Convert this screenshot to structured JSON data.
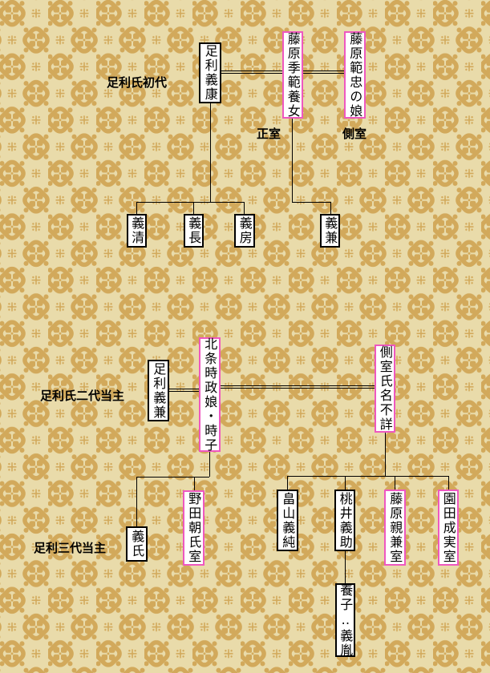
{
  "colors": {
    "pattern_cream": "#e9dbaa",
    "pattern_gold": "#d2a95b",
    "box_background": "#ffffff",
    "male_box_border": "#000000",
    "female_box_border": "#ee58c0",
    "line": "#000000",
    "text": "#000000"
  },
  "gen1": {
    "label": "足利氏初代",
    "husband": "足利義康",
    "wife_primary": "藤原季範養女",
    "wife_primary_role": "正室",
    "wife_secondary": "藤原範忠の娘",
    "wife_secondary_role": "側室",
    "child1": "義清",
    "child2": "義長",
    "child3": "義房",
    "child4": "義兼"
  },
  "gen2": {
    "label": "足利氏二代当主",
    "husband": "足利義兼",
    "wife_primary": "北条時政娘・時子",
    "wife_secondary": "側室氏名不詳"
  },
  "gen3": {
    "label": "足利三代当主",
    "child1": "義氏",
    "child2": "野田朝氏室",
    "child3": "畠山義純",
    "child4": "桃井義助",
    "child5": "藤原親兼室",
    "child6": "園田成実室",
    "adopted": "養子‥義胤"
  }
}
